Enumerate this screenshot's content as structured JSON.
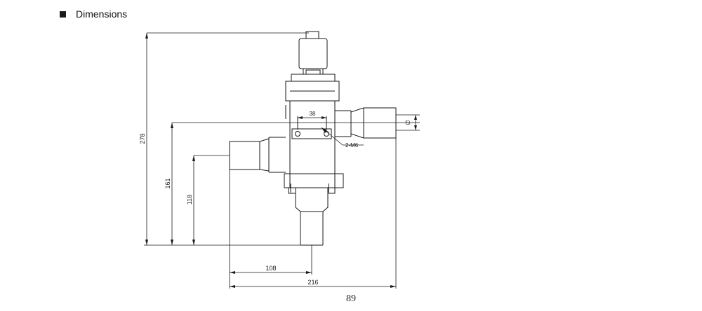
{
  "header": {
    "title": "Dimensions"
  },
  "dimensions": {
    "overall_height": "278",
    "inlet_height": "161",
    "outlet_height": "118",
    "outlet_width": "108",
    "overall_width": "216",
    "bolt_spacing": "38",
    "bolt_callout": "2-M6",
    "pipe_diameter": "∅"
  },
  "footer": {
    "page_number": "89"
  },
  "colors": {
    "line": "#1a1a1a"
  }
}
